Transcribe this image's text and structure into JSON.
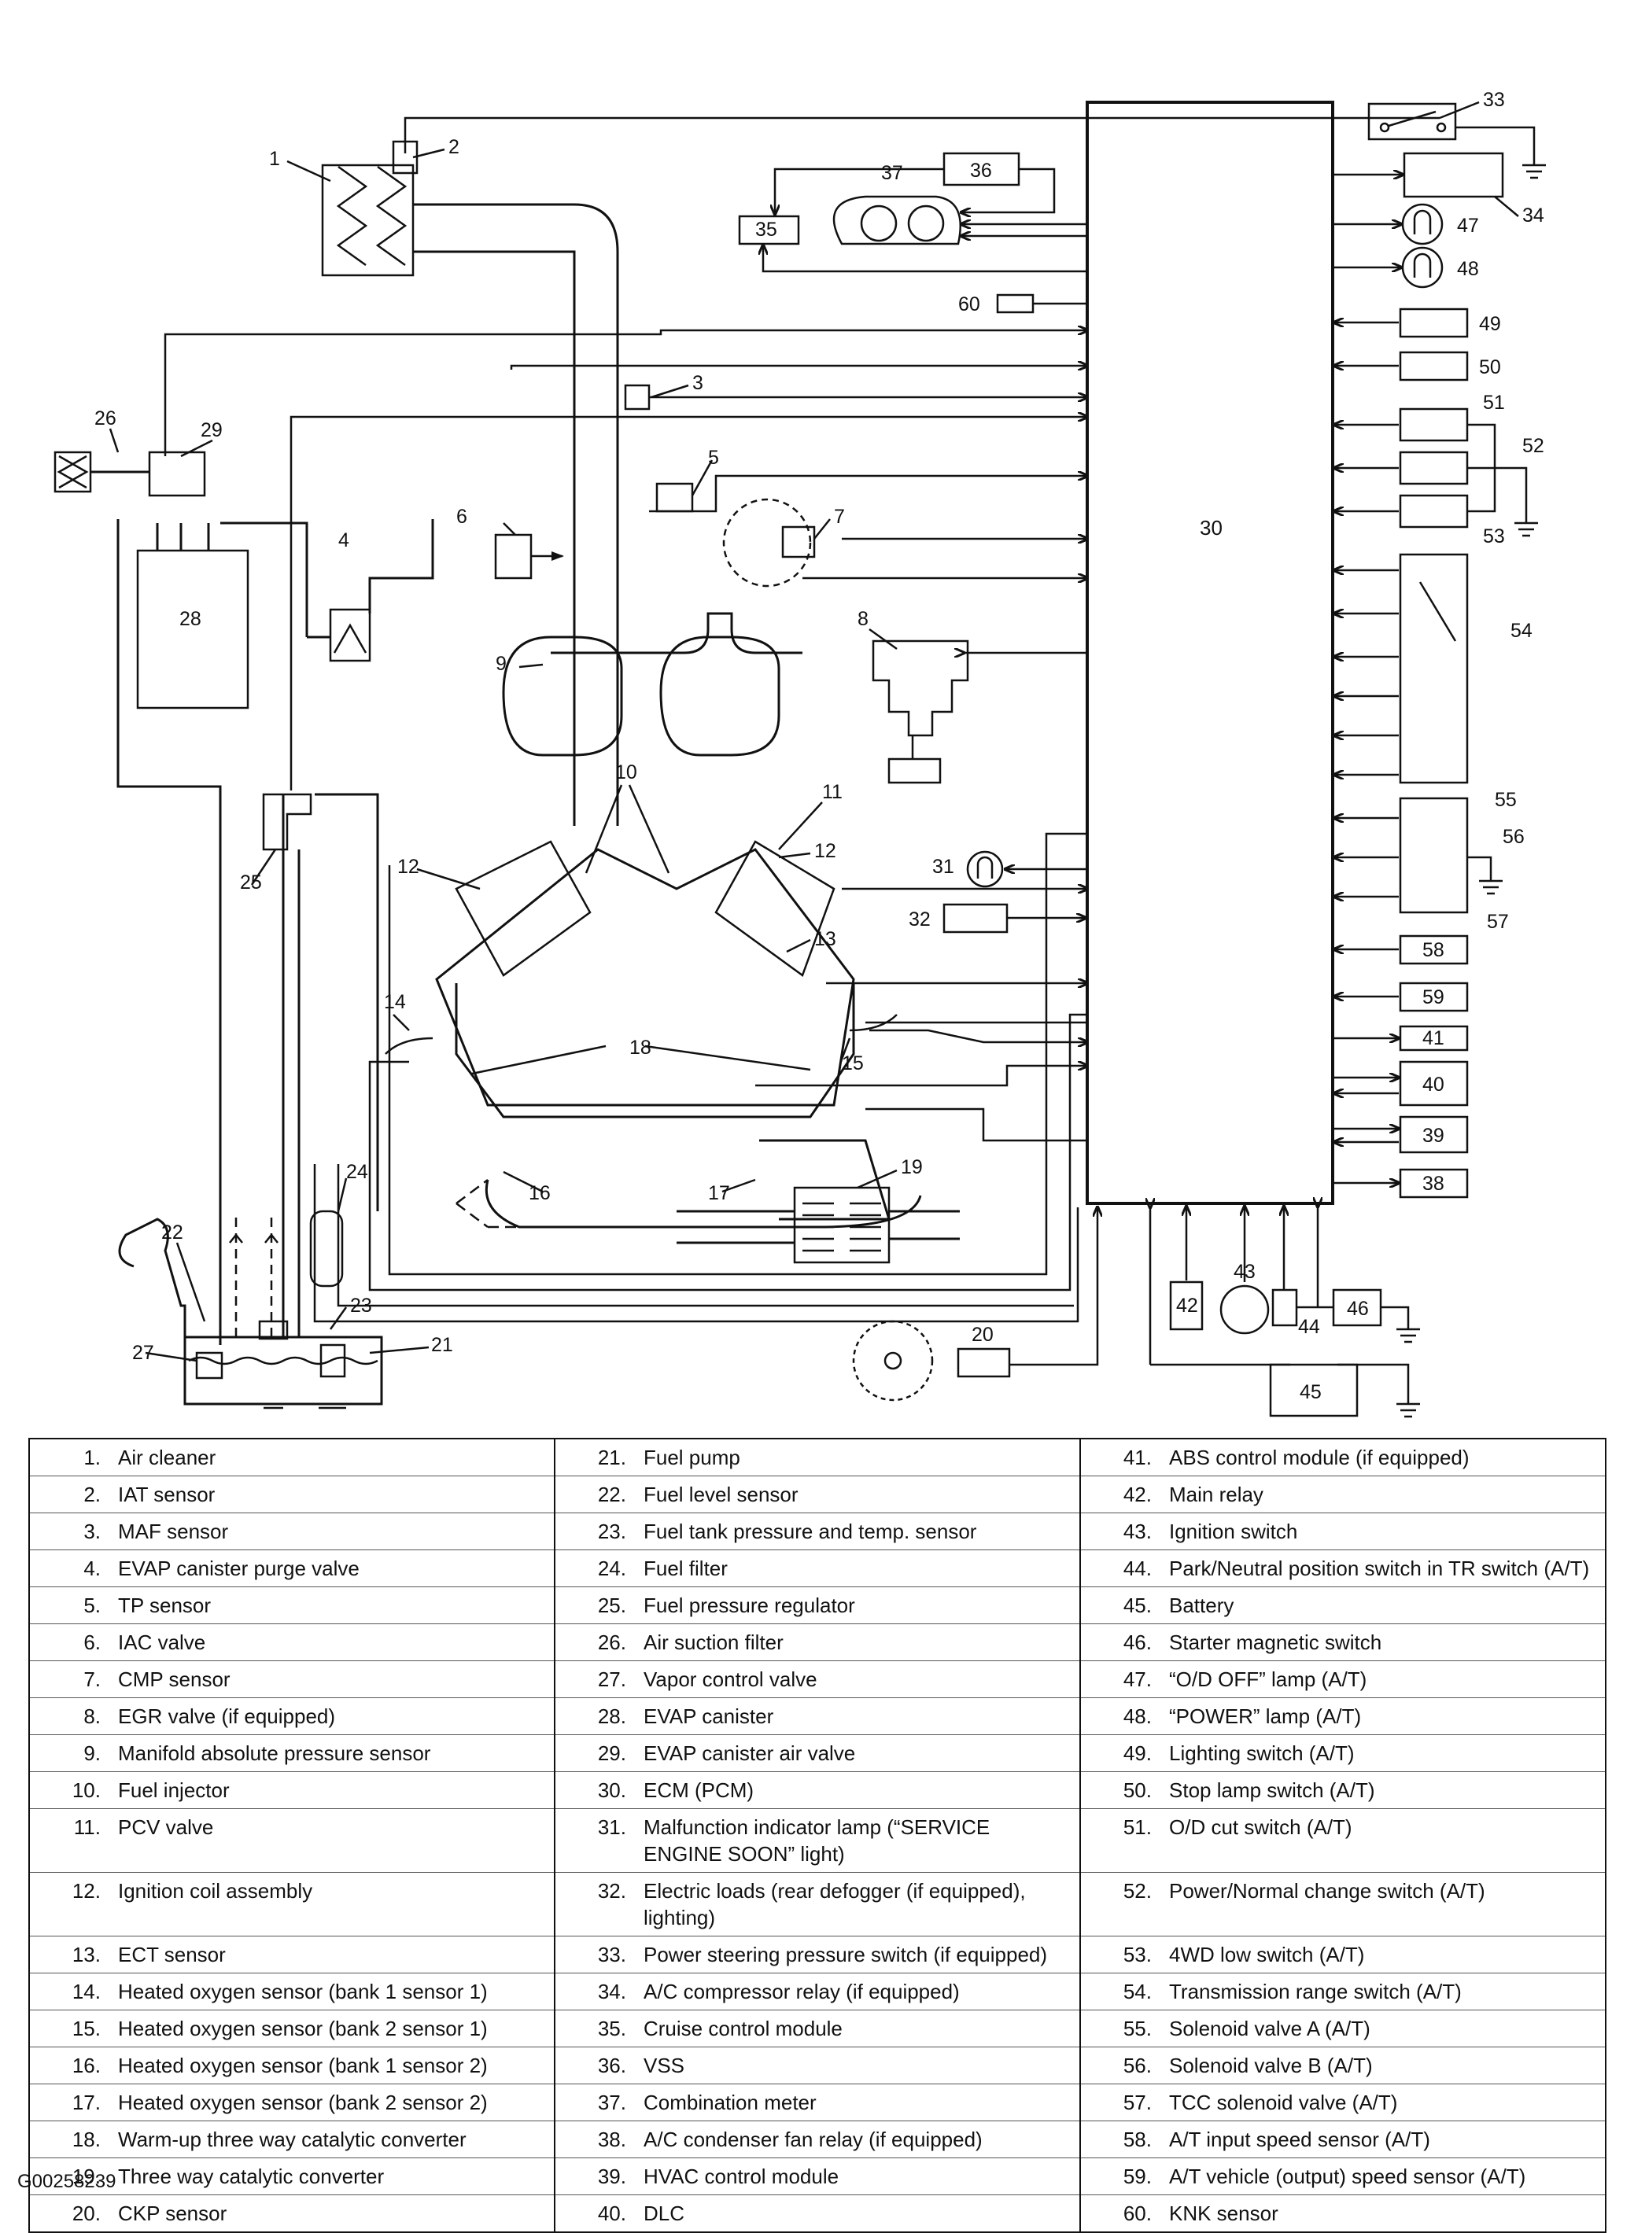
{
  "diagram": {
    "ecm_label": "30",
    "callouts": [
      "1",
      "2",
      "3",
      "4",
      "5",
      "6",
      "7",
      "8",
      "9",
      "10",
      "11",
      "12",
      "12",
      "13",
      "14",
      "15",
      "16",
      "17",
      "18",
      "19",
      "20",
      "21",
      "22",
      "23",
      "24",
      "25",
      "26",
      "27",
      "28",
      "29",
      "31",
      "32",
      "33",
      "34",
      "35",
      "36",
      "37",
      "38",
      "39",
      "40",
      "41",
      "42",
      "43",
      "44",
      "45",
      "46",
      "47",
      "48",
      "49",
      "50",
      "51",
      "52",
      "53",
      "54",
      "55",
      "56",
      "57",
      "58",
      "59",
      "60"
    ]
  },
  "legend": {
    "rows": [
      [
        {
          "num": "1.",
          "text": "Air cleaner"
        },
        {
          "num": "21.",
          "text": "Fuel pump"
        },
        {
          "num": "41.",
          "text": "ABS control module (if equipped)"
        }
      ],
      [
        {
          "num": "2.",
          "text": "IAT sensor"
        },
        {
          "num": "22.",
          "text": "Fuel level sensor"
        },
        {
          "num": "42.",
          "text": "Main relay"
        }
      ],
      [
        {
          "num": "3.",
          "text": "MAF sensor"
        },
        {
          "num": "23.",
          "text": "Fuel tank pressure and temp. sensor"
        },
        {
          "num": "43.",
          "text": "Ignition switch"
        }
      ],
      [
        {
          "num": "4.",
          "text": "EVAP canister purge valve"
        },
        {
          "num": "24.",
          "text": "Fuel filter"
        },
        {
          "num": "44.",
          "text": "Park/Neutral position switch in TR switch (A/T)"
        }
      ],
      [
        {
          "num": "5.",
          "text": "TP sensor"
        },
        {
          "num": "25.",
          "text": "Fuel pressure regulator"
        },
        {
          "num": "45.",
          "text": "Battery"
        }
      ],
      [
        {
          "num": "6.",
          "text": "IAC valve"
        },
        {
          "num": "26.",
          "text": "Air suction filter"
        },
        {
          "num": "46.",
          "text": "Starter magnetic switch"
        }
      ],
      [
        {
          "num": "7.",
          "text": "CMP sensor"
        },
        {
          "num": "27.",
          "text": "Vapor control valve"
        },
        {
          "num": "47.",
          "text": "“O/D OFF” lamp (A/T)"
        }
      ],
      [
        {
          "num": "8.",
          "text": "EGR valve (if equipped)"
        },
        {
          "num": "28.",
          "text": "EVAP canister"
        },
        {
          "num": "48.",
          "text": "“POWER” lamp (A/T)"
        }
      ],
      [
        {
          "num": "9.",
          "text": "Manifold absolute pressure sensor"
        },
        {
          "num": "29.",
          "text": "EVAP canister air valve"
        },
        {
          "num": "49.",
          "text": "Lighting switch (A/T)"
        }
      ],
      [
        {
          "num": "10.",
          "text": "Fuel injector"
        },
        {
          "num": "30.",
          "text": "ECM (PCM)"
        },
        {
          "num": "50.",
          "text": "Stop lamp switch (A/T)"
        }
      ],
      [
        {
          "num": "11.",
          "text": "PCV valve"
        },
        {
          "num": "31.",
          "text": "Malfunction indicator lamp (“SERVICE ENGINE SOON” light)"
        },
        {
          "num": "51.",
          "text": "O/D cut switch (A/T)"
        }
      ],
      [
        {
          "num": "12.",
          "text": "Ignition coil assembly"
        },
        {
          "num": "32.",
          "text": "Electric loads (rear defogger (if equipped), lighting)"
        },
        {
          "num": "52.",
          "text": "Power/Normal change switch (A/T)"
        }
      ],
      [
        {
          "num": "13.",
          "text": "ECT sensor"
        },
        {
          "num": "33.",
          "text": "Power steering pressure switch (if equipped)"
        },
        {
          "num": "53.",
          "text": "4WD low switch (A/T)"
        }
      ],
      [
        {
          "num": "14.",
          "text": "Heated oxygen sensor (bank 1 sensor 1)"
        },
        {
          "num": "34.",
          "text": "A/C compressor relay (if equipped)"
        },
        {
          "num": "54.",
          "text": "Transmission range switch (A/T)"
        }
      ],
      [
        {
          "num": "15.",
          "text": "Heated oxygen sensor (bank 2 sensor 1)"
        },
        {
          "num": "35.",
          "text": "Cruise control module"
        },
        {
          "num": "55.",
          "text": "Solenoid valve A (A/T)"
        }
      ],
      [
        {
          "num": "16.",
          "text": "Heated oxygen sensor (bank 1 sensor 2)"
        },
        {
          "num": "36.",
          "text": "VSS"
        },
        {
          "num": "56.",
          "text": "Solenoid valve B (A/T)"
        }
      ],
      [
        {
          "num": "17.",
          "text": "Heated oxygen sensor (bank 2 sensor 2)"
        },
        {
          "num": "37.",
          "text": "Combination meter"
        },
        {
          "num": "57.",
          "text": "TCC solenoid valve (A/T)"
        }
      ],
      [
        {
          "num": "18.",
          "text": "Warm-up three way catalytic converter"
        },
        {
          "num": "38.",
          "text": "A/C condenser fan relay (if equipped)"
        },
        {
          "num": "58.",
          "text": "A/T input speed sensor (A/T)"
        }
      ],
      [
        {
          "num": "19.",
          "text": "Three way catalytic converter"
        },
        {
          "num": "39.",
          "text": "HVAC control module"
        },
        {
          "num": "59.",
          "text": "A/T vehicle (output) speed sensor (A/T)"
        }
      ],
      [
        {
          "num": "20.",
          "text": "CKP sensor"
        },
        {
          "num": "40.",
          "text": "DLC"
        },
        {
          "num": "60.",
          "text": "KNK sensor"
        }
      ]
    ]
  },
  "figure_id": "G00258239"
}
